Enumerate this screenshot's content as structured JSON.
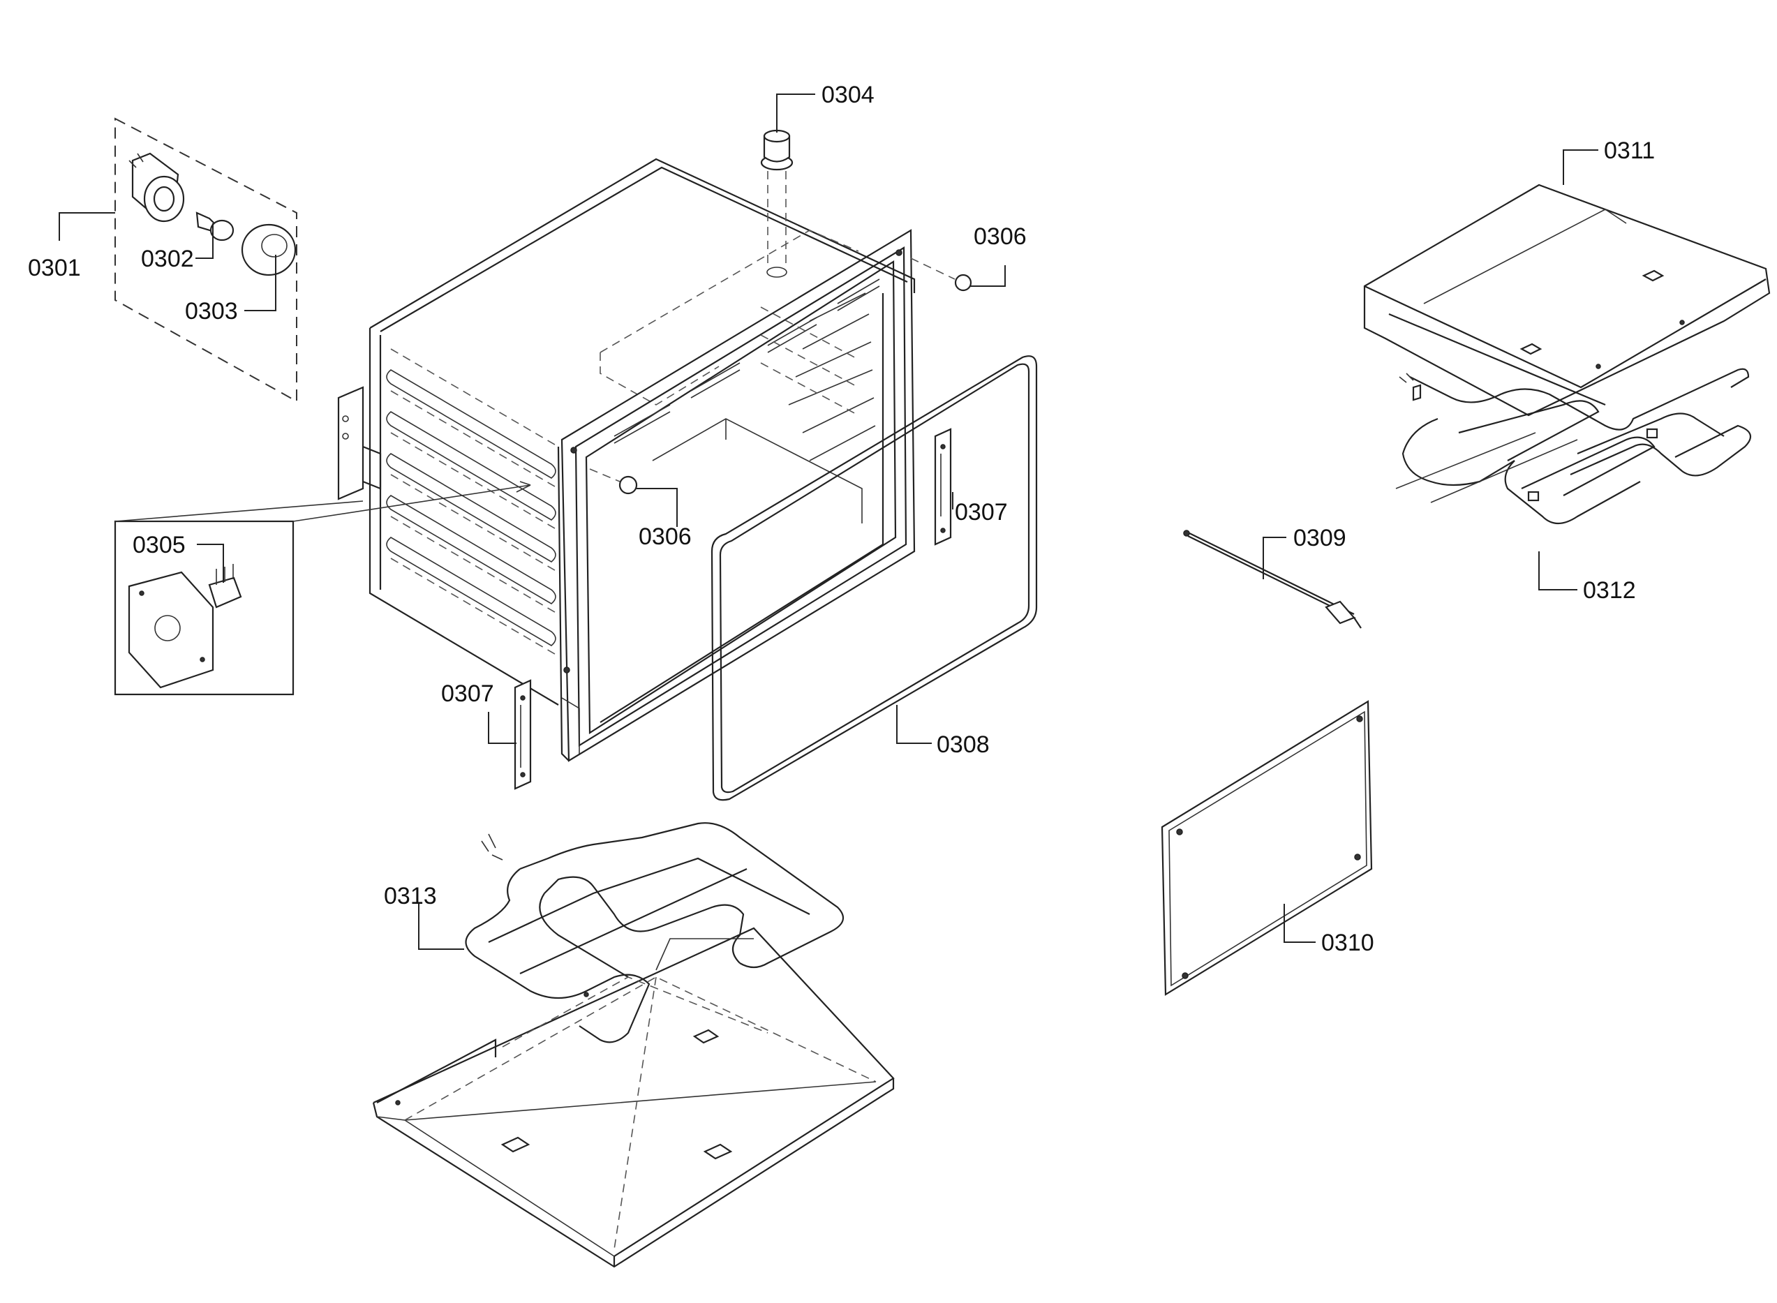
{
  "diagram": {
    "parts": [
      {
        "key": "p0301",
        "label": "0301"
      },
      {
        "key": "p0302",
        "label": "0302"
      },
      {
        "key": "p0303",
        "label": "0303"
      },
      {
        "key": "p0304",
        "label": "0304"
      },
      {
        "key": "p0305",
        "label": "0305"
      },
      {
        "key": "p0306a",
        "label": "0306"
      },
      {
        "key": "p0306b",
        "label": "0306"
      },
      {
        "key": "p0307a",
        "label": "0307"
      },
      {
        "key": "p0307b",
        "label": "0307"
      },
      {
        "key": "p0308",
        "label": "0308"
      },
      {
        "key": "p0309",
        "label": "0309"
      },
      {
        "key": "p0310",
        "label": "0310"
      },
      {
        "key": "p0311",
        "label": "0311"
      },
      {
        "key": "p0312",
        "label": "0312"
      },
      {
        "key": "p0313",
        "label": "0313"
      }
    ]
  }
}
